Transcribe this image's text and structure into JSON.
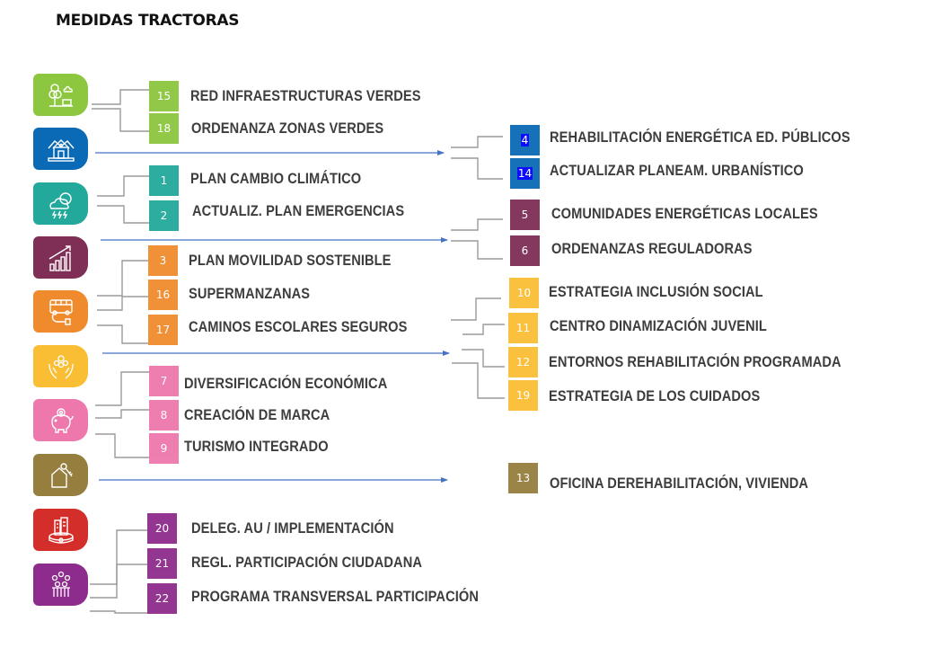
{
  "title": "MEDIDAS TRACTORAS",
  "colors": {
    "green": "#8DC63F",
    "blue": "#0B6AB6",
    "teal": "#22A99B",
    "maroon": "#7F2E55",
    "orange": "#F08B2D",
    "yellow": "#F9BE33",
    "pink": "#EE78AC",
    "olive": "#957E3E",
    "red": "#D42E2A",
    "purple": "#8E2C8D",
    "connector": "#9a9a9a",
    "arrow": "#4472C4"
  },
  "categories": [
    {
      "icon": "tree-park-icon",
      "color": "green"
    },
    {
      "icon": "houses-icon",
      "color": "blue"
    },
    {
      "icon": "cloud-storm-icon",
      "color": "teal"
    },
    {
      "icon": "growth-chart-icon",
      "color": "maroon"
    },
    {
      "icon": "bus-charging-icon",
      "color": "orange"
    },
    {
      "icon": "hands-people-icon",
      "color": "yellow"
    },
    {
      "icon": "piggy-bank-icon",
      "color": "pink"
    },
    {
      "icon": "house-key-icon",
      "color": "olive"
    },
    {
      "icon": "city-buildings-icon",
      "color": "red"
    },
    {
      "icon": "people-group-icon",
      "color": "purple"
    }
  ],
  "measures_left": [
    {
      "number": "15",
      "label": "RED INFRAESTRUCTURAS VERDES",
      "color": "green"
    },
    {
      "number": "18",
      "label": "ORDENANZA ZONAS VERDES",
      "color": "green"
    },
    {
      "number": "1",
      "label": "PLAN CAMBIO CLIMÁTICO",
      "color": "teal"
    },
    {
      "number": "2",
      "label": "ACTUALIZ. PLAN EMERGENCIAS",
      "color": "teal"
    },
    {
      "number": "3",
      "label": "PLAN MOVILIDAD SOSTENIBLE",
      "color": "orange"
    },
    {
      "number": "16",
      "label": "SUPERMANZANAS",
      "color": "orange"
    },
    {
      "number": "17",
      "label": "CAMINOS ESCOLARES SEGUROS",
      "color": "orange"
    },
    {
      "number": "7",
      "label": "DIVERSIFICACIÓN ECONÓMICA",
      "color": "pink"
    },
    {
      "number": "8",
      "label": "CREACIÓN DE MARCA",
      "color": "pink"
    },
    {
      "number": "9",
      "label": "TURISMO INTEGRADO",
      "color": "pink"
    },
    {
      "number": "20",
      "label": "DELEG. AU / IMPLEMENTACIÓN",
      "color": "purple"
    },
    {
      "number": "21",
      "label": "REGL. PARTICIPACIÓN CIUDADANA",
      "color": "purple"
    },
    {
      "number": "22",
      "label": "PROGRAMA TRANSVERSAL PARTICIPACIÓN",
      "color": "purple"
    }
  ],
  "measures_right": [
    {
      "number": "4",
      "label": "REHABILITACIÓN ENERGÉTICA ED. PÚBLICOS",
      "color": "blue",
      "selected": true
    },
    {
      "number": "14",
      "label": "ACTUALIZAR PLANEAM. URBANÍSTICO",
      "color": "blue",
      "selected": true
    },
    {
      "number": "5",
      "label": "COMUNIDADES ENERGÉTICAS LOCALES",
      "color": "maroon"
    },
    {
      "number": "6",
      "label": "ORDENANZAS REGULADORAS",
      "color": "maroon"
    },
    {
      "number": "10",
      "label": "ESTRATEGIA INCLUSIÓN SOCIAL",
      "color": "yellow"
    },
    {
      "number": "11",
      "label": "CENTRO DINAMIZACIÓN JUVENIL",
      "color": "yellow"
    },
    {
      "number": "12",
      "label": "ENTORNOS REHABILITACIÓN PROGRAMADA",
      "color": "yellow"
    },
    {
      "number": "19",
      "label": "ESTRATEGIA DE LOS CUIDADOS",
      "color": "yellow"
    },
    {
      "number": "13",
      "label": "OFICINA DEREHABILITACIÓN, VIVIENDA",
      "color": "olive"
    }
  ]
}
